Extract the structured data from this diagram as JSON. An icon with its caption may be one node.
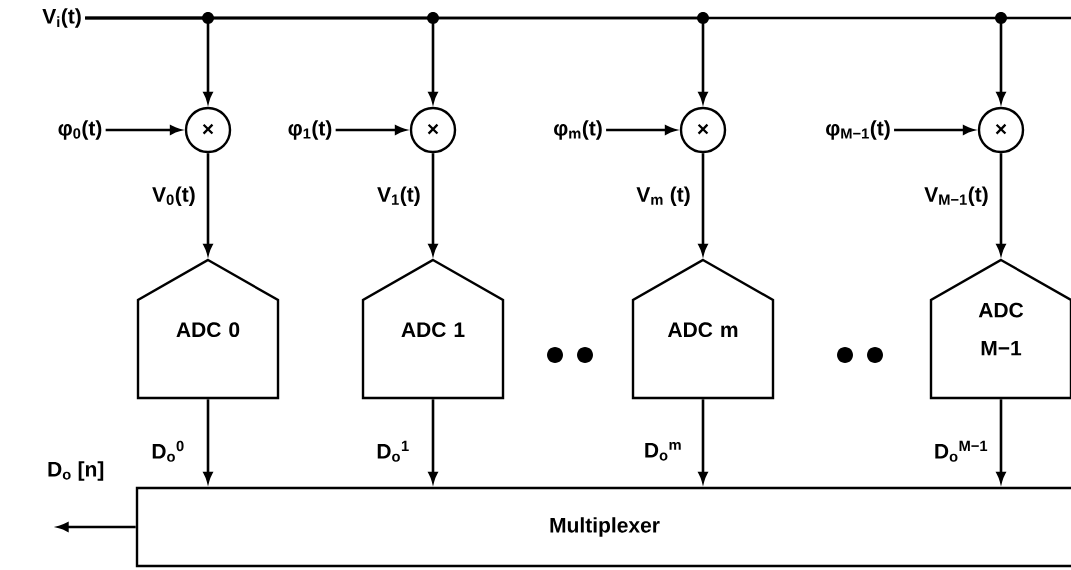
{
  "diagram": {
    "nodes": [
      {
        "text": [
          "V$_{i}$(t)"
        ]
      },
      {
        "text": [
          "φ$_{0}$(t)"
        ]
      },
      {
        "text": [
          "×"
        ]
      },
      {
        "text": [
          "φ$_{1}$(t)"
        ]
      },
      {
        "text": [
          "×"
        ]
      },
      {
        "text": [
          "φ$_{m}$(t)"
        ]
      },
      {
        "text": [
          "×"
        ]
      },
      {
        "text": [
          "φ$_{M−1}$(t)"
        ]
      },
      {
        "text": [
          "×"
        ]
      },
      {
        "text": [
          "ADC 0"
        ]
      },
      {
        "text": [
          "ADC 1"
        ]
      },
      {
        "text": [
          "ADC m"
        ]
      },
      {
        "text": [
          "ADC M−1"
        ]
      },
      {
        "text": [
          "Multiplexer"
        ]
      }
    ],
    "edges": [
      {
        "from": 0,
        "to": 2,
        "arrow": "to"
      },
      {
        "from": 0,
        "to": 4,
        "arrow": "to"
      },
      {
        "from": 0,
        "to": 6,
        "arrow": "to"
      },
      {
        "from": 0,
        "to": 8,
        "arrow": "to"
      },
      {
        "from": 1,
        "to": 2,
        "arrow": "to"
      },
      {
        "from": 3,
        "to": 4,
        "arrow": "to"
      },
      {
        "from": 5,
        "to": 6,
        "arrow": "to"
      },
      {
        "from": 7,
        "to": 8,
        "arrow": "to"
      },
      {
        "from": 2,
        "to": 9,
        "arrow": "to",
        "label": "V$_{0}$(t)"
      },
      {
        "from": 4,
        "to": 10,
        "arrow": "to",
        "label": "V$_{1}$(t)"
      },
      {
        "from": 6,
        "to": 11,
        "arrow": "to",
        "label": "V$_{m}$ (t)"
      },
      {
        "from": 8,
        "to": 12,
        "arrow": "to",
        "label": "V$_{M−1}$(t)"
      },
      {
        "from": 9,
        "to": 13,
        "arrow": "to",
        "label": "D$_{o}$$^{0}$"
      },
      {
        "from": 10,
        "to": 13,
        "arrow": "to",
        "label": "D$_{o}$$^{1}$"
      },
      {
        "from": 11,
        "to": 13,
        "arrow": "to",
        "label": "D$_{o}$$^{m}$"
      },
      {
        "from": 12,
        "to": 13,
        "arrow": "to",
        "label": "D$_{o}$$^{M−1}$"
      },
      {
        "from": 13,
        "to": null,
        "arrow": "to",
        "label": "D$_{o}$ [n]"
      }
    ]
  }
}
